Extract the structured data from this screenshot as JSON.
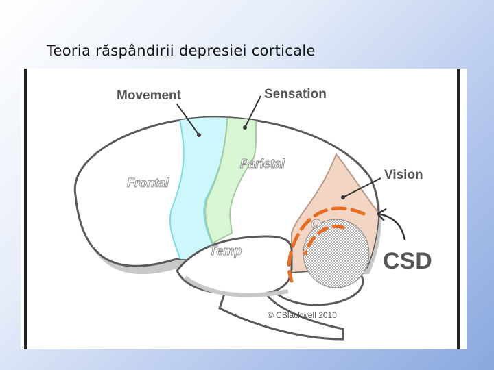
{
  "slide": {
    "title": "Teoria răspândirii depresiei corticale"
  },
  "diagram": {
    "labels": {
      "movement": "Movement",
      "sensation": "Sensation",
      "vision": "Vision",
      "csd": "CSD",
      "frontal": "Frontal",
      "parietal": "Parietal",
      "temporal": "Temp",
      "occipital": "O",
      "copyright": "© CBlackwell 2010"
    },
    "colors": {
      "movement_strip": "#cdf7fb",
      "sensation_strip": "#d8f5d4",
      "vision_area": "#f3d5c3",
      "csd_wave": "#e66d22",
      "outline": "#5a5a5a",
      "shadow": "#c0c0c0"
    }
  }
}
